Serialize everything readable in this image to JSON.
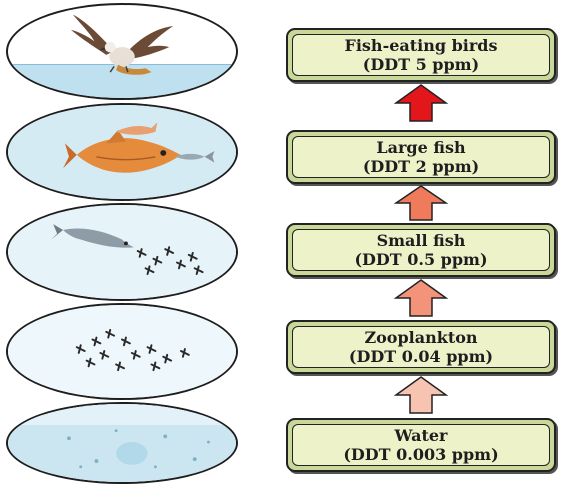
{
  "levels": [
    {
      "name": "Fish-eating birds",
      "ddt": "(DDT 5 ppm)",
      "icon": "bird-icon"
    },
    {
      "name": "Large fish",
      "ddt": "(DDT 2 ppm)",
      "icon": "large-fish-icon"
    },
    {
      "name": "Small fish",
      "ddt": "(DDT 0.5 ppm)",
      "icon": "small-fish-icon"
    },
    {
      "name": "Zooplankton",
      "ddt": "(DDT 0.04 ppm)",
      "icon": "zooplankton-icon"
    },
    {
      "name": "Water",
      "ddt": "(DDT 0.003 ppm)",
      "icon": "water-icon"
    }
  ],
  "colors": {
    "box_fill": "#c9d898",
    "box_inner": "#eef2c8",
    "water": "#bfe0ee",
    "arrow_1": "#e3161c",
    "arrow_2": "#f07a5c",
    "arrow_3": "#f3937a",
    "arrow_4": "#f8c4b2"
  }
}
